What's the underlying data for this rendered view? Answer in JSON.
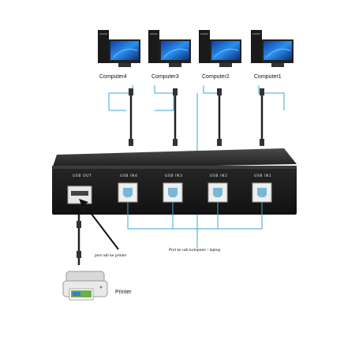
{
  "computers": [
    {
      "label": "Computer4"
    },
    {
      "label": "Computer3"
    },
    {
      "label": "Computer2"
    },
    {
      "label": "Computer1"
    }
  ],
  "switch": {
    "ports": [
      {
        "label": "USB OUT"
      },
      {
        "label": "USB IN4"
      },
      {
        "label": "USB IN3"
      },
      {
        "label": "USB IN2"
      },
      {
        "label": "USB IN1"
      }
    ]
  },
  "annotations": {
    "printer_port": "port usb ke printer",
    "computer_port": "Port ke usb komputer / laptop"
  },
  "printer": {
    "label": "Printer"
  },
  "colors": {
    "wire": "#3aa6d8",
    "switch_body": "#2a2a2a",
    "monitor_screen": "#1f6fd6"
  }
}
